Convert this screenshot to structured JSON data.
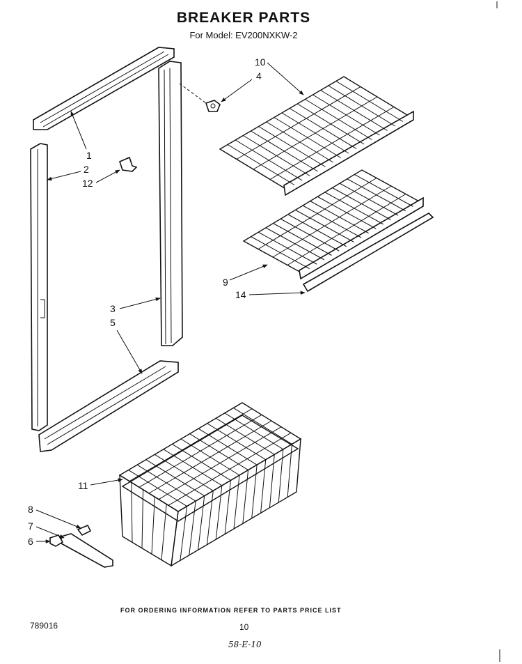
{
  "header": {
    "title": "BREAKER PARTS",
    "model": "For Model: EV200NXKW-2"
  },
  "callouts": [
    "10",
    "4",
    "1",
    "2",
    "12",
    "3",
    "5",
    "9",
    "14",
    "11",
    "8",
    "7",
    "6"
  ],
  "footer": {
    "notice": "FOR ORDERING INFORMATION REFER TO PARTS PRICE LIST",
    "doc_number": "789016",
    "page_number": "10",
    "handwritten_note": "58-E-10"
  }
}
